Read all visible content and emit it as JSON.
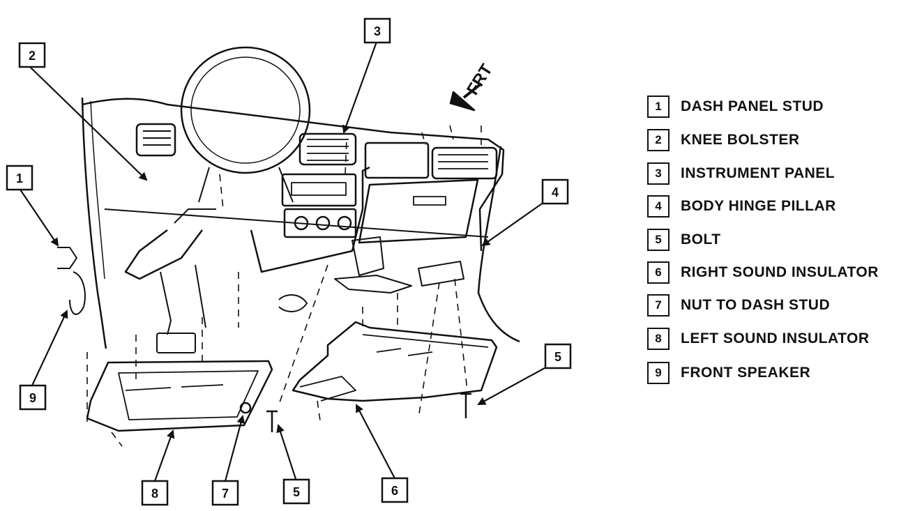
{
  "callouts": {
    "c1": "1",
    "c2": "2",
    "c3": "3",
    "c4": "4",
    "c5a": "5",
    "c5b": "5",
    "c6": "6",
    "c7": "7",
    "c8": "8",
    "c9": "9"
  },
  "frt_label": "FRT",
  "legend": [
    {
      "num": "1",
      "label": "DASH PANEL STUD"
    },
    {
      "num": "2",
      "label": "KNEE BOLSTER"
    },
    {
      "num": "3",
      "label": "INSTRUMENT PANEL"
    },
    {
      "num": "4",
      "label": "BODY HINGE PILLAR"
    },
    {
      "num": "5",
      "label": "BOLT"
    },
    {
      "num": "6",
      "label": "RIGHT SOUND INSULATOR"
    },
    {
      "num": "7",
      "label": "NUT TO DASH STUD"
    },
    {
      "num": "8",
      "label": "LEFT SOUND INSULATOR"
    },
    {
      "num": "9",
      "label": "FRONT SPEAKER"
    }
  ]
}
